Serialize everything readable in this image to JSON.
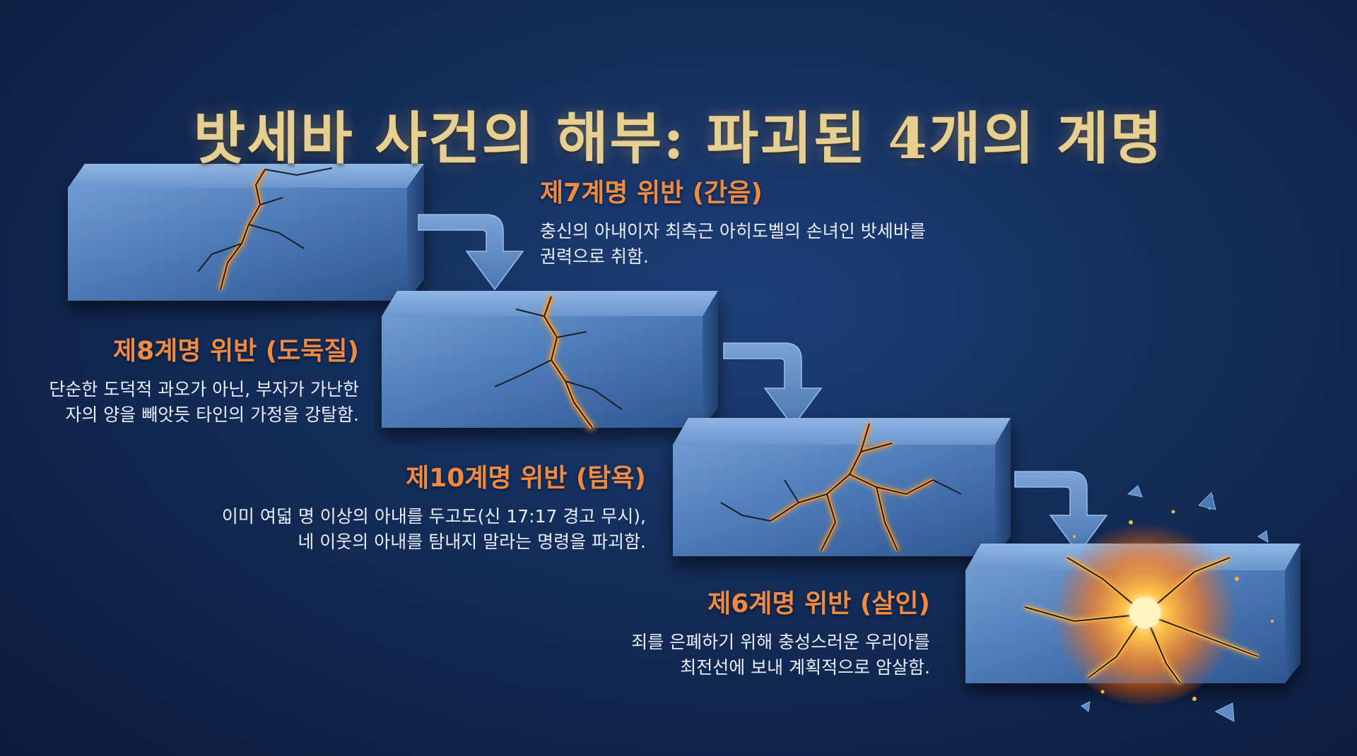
{
  "title": "밧세바 사건의 해부: 파괴된 4개의 계명",
  "steps": [
    {
      "heading": "제7계명 위반 (간음)",
      "lines": [
        "충신의 아내이자 최측근 아히도벨의 손녀인 밧세바를",
        "권력으로 취함."
      ]
    },
    {
      "heading": "제8계명 위반 (도둑질)",
      "lines": [
        "단순한 도덕적 과오가 아닌, 부자가 가난한",
        "자의 양을 빼앗듯 타인의 가정을 강탈함."
      ]
    },
    {
      "heading": "제10계명 위반 (탐욕)",
      "lines": [
        "이미 여덟 명 이상의 아내를 두고도(신 17:17 경고 무시),",
        "네 이웃의 아내를 탐내지 말라는 명령을 파괴함."
      ]
    },
    {
      "heading": "제6계명 위반 (살인)",
      "lines": [
        "죄를 은폐하기 위해 충성스러운 우리아를",
        "최전선에 보내 계획적으로 암살함."
      ]
    }
  ],
  "colors": {
    "background": "#132c58",
    "title": "#e7cf92",
    "heading": "#ef8a42",
    "body_text": "#e9eef6",
    "block": "#4a78b4",
    "crack_glow": "#ff9a2a"
  }
}
